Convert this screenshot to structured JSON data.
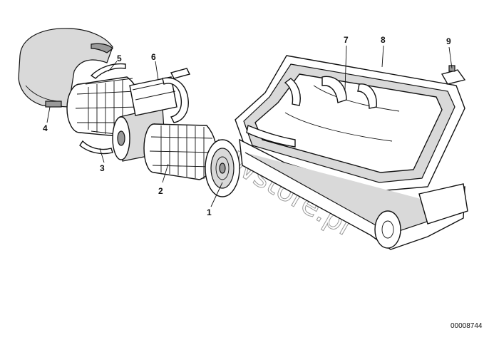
{
  "callouts": {
    "c1": "1",
    "c2": "2",
    "c3": "3",
    "c4": "4",
    "c5": "5",
    "c6": "6",
    "c7": "7",
    "c8": "8",
    "c9": "9"
  },
  "drawing_number": "00008744",
  "watermark": "BMWstore.pl"
}
